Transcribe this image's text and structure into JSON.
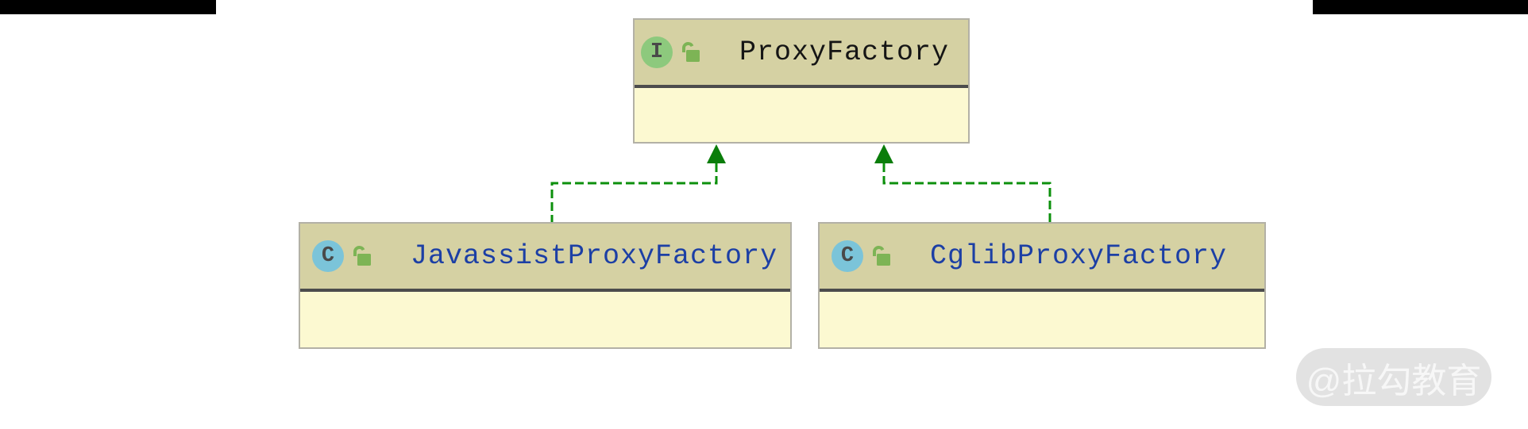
{
  "diagram": {
    "nodes": [
      {
        "name": "ProxyFactory",
        "badge": "I",
        "stereotype": "interface"
      },
      {
        "name": "JavassistProxyFactory",
        "badge": "C",
        "stereotype": "class"
      },
      {
        "name": "CglibProxyFactory",
        "badge": "C",
        "stereotype": "class"
      }
    ],
    "edges": [
      {
        "from": "JavassistProxyFactory",
        "to": "ProxyFactory",
        "type": "realization"
      },
      {
        "from": "CglibProxyFactory",
        "to": "ProxyFactory",
        "type": "realization"
      }
    ],
    "icons": {
      "interface_badge": "I",
      "class_badge": "C",
      "lock": "unlocked-padlock"
    }
  },
  "watermark": {
    "text": "@拉勾教育"
  },
  "colors": {
    "header_bg": "#d5d1a3",
    "body_bg": "#fcf9d1",
    "separator": "#4c4c4c",
    "box_border": "#b3b1a6",
    "interface_badge_bg": "#8dc97d",
    "class_badge_bg": "#7bc4d9",
    "badge_letter": "#494949",
    "lock_green": "#7db455",
    "name_black": "#151515",
    "name_blue": "#1c3fa5",
    "edge_green": "#0c900c",
    "arrow_green": "#0a7d0a",
    "watermark_bg": "#e2e2e2",
    "watermark_text": "#f7f7f7",
    "top_bars": "#000000"
  }
}
